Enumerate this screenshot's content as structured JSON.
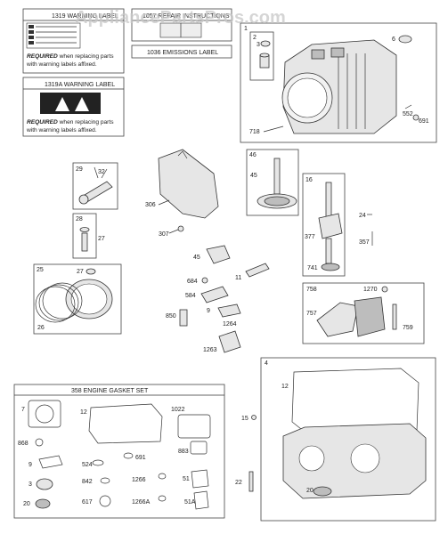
{
  "watermark": "AppliancePartsPros.com",
  "labels_panel": {
    "warning_label_1319": "1319 WARNING LABEL",
    "repair_label_1057": "1057 REPAIR INSTRUCTIONS",
    "emissions_label_1036": "1036 EMISSIONS LABEL",
    "warning_label_1319a": "1319A WARNING LABEL",
    "required_word": "REQUIRED",
    "required_rest_line1": " when replacing parts",
    "required_line2": "with warning labels affixed."
  },
  "gasket_set": {
    "title": "358 ENGINE GASKET SET"
  },
  "callouts": {
    "c1": "1",
    "c2": "2",
    "c3": "3",
    "c6": "6",
    "c552": "552",
    "c691": "691",
    "c718": "718",
    "c29": "29",
    "c32": "32",
    "c306": "306",
    "c307": "307",
    "c46": "46",
    "c45a": "45",
    "c16": "16",
    "c24": "24",
    "c377": "377",
    "c357": "357",
    "c741": "741",
    "c28": "28",
    "c27a": "27",
    "c45b": "45",
    "c25": "25",
    "c27b": "27",
    "c26": "26",
    "c684": "684",
    "c11": "11",
    "c584": "584",
    "c9a": "9",
    "c850": "850",
    "c1264": "1264",
    "c1263": "1263",
    "c758": "758",
    "c1270": "1270",
    "c757": "757",
    "c759": "759",
    "c4": "4",
    "c12b": "12",
    "c15": "15",
    "c22": "22",
    "c20b": "20",
    "g7": "7",
    "g12": "12",
    "g1022": "1022",
    "g868": "868",
    "g691": "691",
    "g883": "883",
    "g9": "9",
    "g524": "524",
    "g3": "3",
    "g842": "842",
    "g1266": "1266",
    "g51": "51",
    "g20": "20",
    "g617": "617",
    "g1266a": "1266A",
    "g51a": "51A"
  }
}
